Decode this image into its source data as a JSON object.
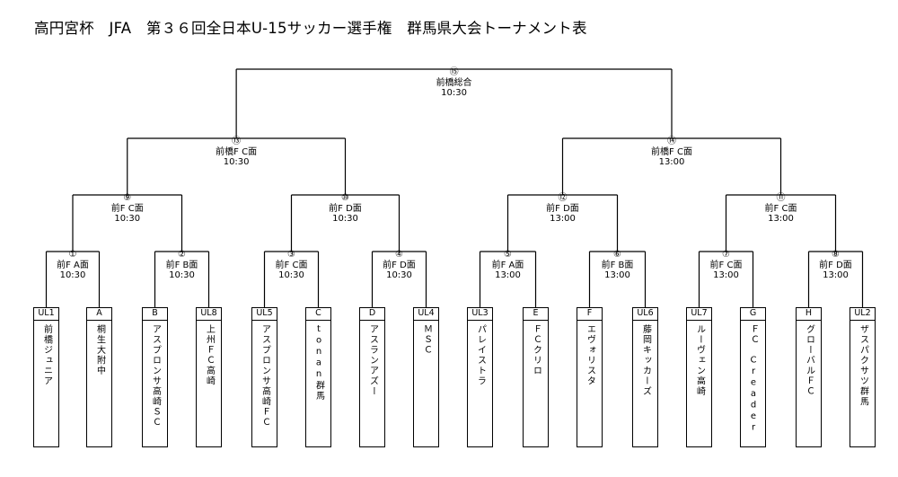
{
  "title": "高円宮杯　JFA　第３６回全日本U-15サッカー選手権　群馬県大会トーナメント表",
  "teams": [
    {
      "code": "UL1",
      "name": "前橋ジュニア"
    },
    {
      "code": "A",
      "name": "桐生大附中"
    },
    {
      "code": "B",
      "name": "アスプロンサ高崎ＳＣ"
    },
    {
      "code": "UL8",
      "name": "上州ＦＣ高崎"
    },
    {
      "code": "UL5",
      "name": "アスプロンサ高崎ＦＣ"
    },
    {
      "code": "C",
      "name": "tonan群馬"
    },
    {
      "code": "D",
      "name": "アスランアズー"
    },
    {
      "code": "UL4",
      "name": "ＭＳＣ"
    },
    {
      "code": "UL3",
      "name": "パレイストラ"
    },
    {
      "code": "E",
      "name": "ＦＣクリロ"
    },
    {
      "code": "F",
      "name": "エヴォリスタ"
    },
    {
      "code": "UL6",
      "name": "藤岡キッカーズ"
    },
    {
      "code": "UL7",
      "name": "ルーヴェン高崎"
    },
    {
      "code": "G",
      "name": "ＦＣ　Creader"
    },
    {
      "code": "H",
      "name": "グローバルＦＣ"
    },
    {
      "code": "UL2",
      "name": "ザスパクサツ群馬"
    }
  ],
  "matches": [
    {
      "num": "①",
      "venue": "前F A面",
      "time": "10:30"
    },
    {
      "num": "②",
      "venue": "前F B面",
      "time": "10:30"
    },
    {
      "num": "③",
      "venue": "前F C面",
      "time": "10:30"
    },
    {
      "num": "④",
      "venue": "前F D面",
      "time": "10:30"
    },
    {
      "num": "⑤",
      "venue": "前F A面",
      "time": "13:00"
    },
    {
      "num": "⑥",
      "venue": "前F B面",
      "time": "13:00"
    },
    {
      "num": "⑦",
      "venue": "前F C面",
      "time": "13:00"
    },
    {
      "num": "⑧",
      "venue": "前F D面",
      "time": "13:00"
    },
    {
      "num": "⑨",
      "venue": "前F C面",
      "time": "10:30"
    },
    {
      "num": "⑩",
      "venue": "前F D面",
      "time": "10:30"
    },
    {
      "num": "⑪",
      "venue": "前F C面",
      "time": "13:00"
    },
    {
      "num": "⑫",
      "venue": "前F D面",
      "time": "13:00"
    },
    {
      "num": "⑬",
      "venue": "前橋F C面",
      "time": "10:30"
    },
    {
      "num": "⑭",
      "venue": "前橋F C面",
      "time": "13:00"
    },
    {
      "num": "⑮",
      "venue": "前橋総合",
      "time": "10:30"
    }
  ]
}
